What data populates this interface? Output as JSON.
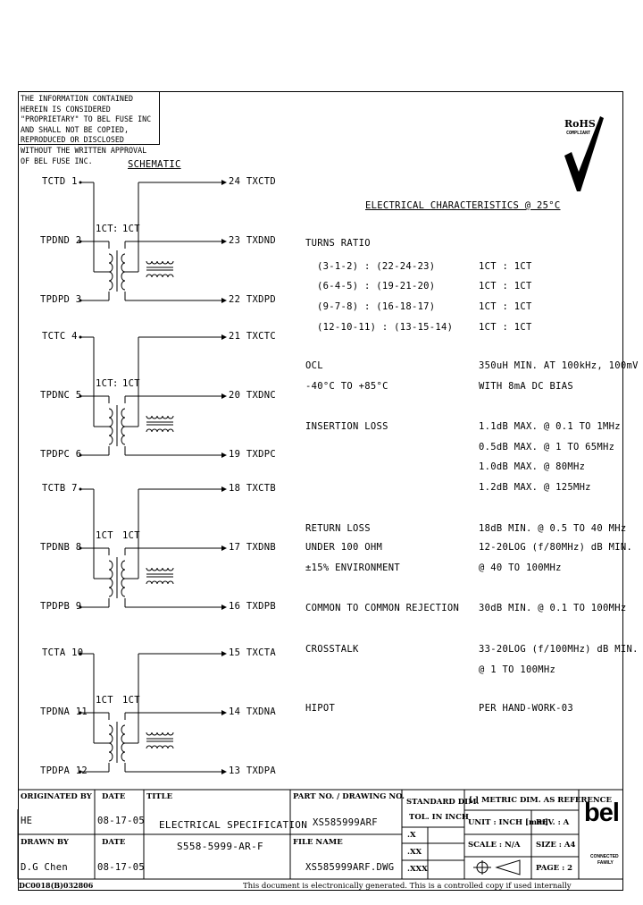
{
  "notice": "THE INFORMATION CONTAINED HEREIN IS CONSIDERED \"PROPRIETARY\" TO BEL FUSE INC AND SHALL NOT BE COPIED, REPRODUCED OR DISCLOSED WITHOUT THE WRITTEN APPROVAL OF BEL FUSE INC.",
  "rohs": {
    "title": "RoHS",
    "sub": "COMPLIANT"
  },
  "schematic": {
    "title": "SCHEMATIC",
    "channels": [
      {
        "ct": "TCTD 1",
        "pn": "TPDND 2",
        "pp": "TPDPD 3",
        "out_ct": "24 TXCTD",
        "out_n": "23 TXDND",
        "out_p": "22 TXDPD",
        "ratio_l": "1CT",
        "ratio_r": "1CT",
        "ratio_sep": ":"
      },
      {
        "ct": "TCTC 4",
        "pn": "TPDNC 5",
        "pp": "TPDPC 6",
        "out_ct": "21 TXCTC",
        "out_n": "20 TXDNC",
        "out_p": "19 TXDPC",
        "ratio_l": "1CT",
        "ratio_r": "1CT",
        "ratio_sep": ":"
      },
      {
        "ct": "TCTB 7",
        "pn": "TPDNB 8",
        "pp": "TPDPB 9",
        "out_ct": "18 TXCTB",
        "out_n": "17 TXDNB",
        "out_p": "16 TXDPB",
        "ratio_l": "1CT",
        "ratio_r": "1CT",
        "ratio_sep": ""
      },
      {
        "ct": "TCTA 10",
        "pn": "TPDNA 11",
        "pp": "TPDPA 12",
        "out_ct": "15 TXCTA",
        "out_n": "14 TXDNA",
        "out_p": "13 TXDPA",
        "ratio_l": "1CT",
        "ratio_r": "1CT",
        "ratio_sep": ""
      }
    ]
  },
  "electrical": {
    "title": "ELECTRICAL CHARACTERISTICS @ 25°C",
    "rows": [
      {
        "label": "TURNS RATIO",
        "value": ""
      },
      {
        "label": "(3-1-2) : (22-24-23)",
        "value": "1CT : 1CT"
      },
      {
        "label": "(6-4-5) : (19-21-20)",
        "value": "1CT : 1CT"
      },
      {
        "label": "(9-7-8) : (16-18-17)",
        "value": "1CT : 1CT"
      },
      {
        "label": "(12-10-11) : (13-15-14)",
        "value": "1CT : 1CT"
      },
      {
        "label": "OCL",
        "value": "350uH MIN. AT 100kHz, 100mV"
      },
      {
        "label": "-40°C TO +85°C",
        "value": "WITH 8mA DC BIAS"
      },
      {
        "label": "INSERTION LOSS",
        "value": "1.1dB MAX. @ 0.1 TO 1MHz"
      },
      {
        "label": "",
        "value": "0.5dB MAX. @ 1 TO 65MHz"
      },
      {
        "label": "",
        "value": "1.0dB MAX. @ 80MHz"
      },
      {
        "label": "",
        "value": "1.2dB MAX. @ 125MHz"
      },
      {
        "label": "RETURN LOSS",
        "value": "18dB MIN. @ 0.5 TO 40 MHz"
      },
      {
        "label": "UNDER 100 OHM",
        "value": "12-20LOG (f/80MHz) dB MIN."
      },
      {
        "label": "±15% ENVIRONMENT",
        "value": "@ 40 TO 100MHz"
      },
      {
        "label": "COMMON TO COMMON REJECTION",
        "value": "30dB MIN. @ 0.1 TO 100MHz"
      },
      {
        "label": "CROSSTALK",
        "value": "33-20LOG (f/100MHz) dB MIN."
      },
      {
        "label": "",
        "value": "@ 1 TO 100MHz"
      },
      {
        "label": "HIPOT",
        "value": "PER HAND-WORK-03"
      }
    ]
  },
  "titleblock": {
    "originated_by_label": "ORIGINATED BY",
    "originated_by": "HE",
    "date_label": "DATE",
    "originated_date": "08-17-05",
    "drawn_by_label": "DRAWN BY",
    "drawn_by": "D.G Chen",
    "drawn_date": "08-17-05",
    "title_label": "TITLE",
    "title_line1": "ELECTRICAL SPECIFICATION",
    "title_line2": "S558-5999-AR-F",
    "part_label": "PART NO. / DRAWING NO.",
    "part_no": "XS585999ARF",
    "file_label": "FILE NAME",
    "file_name": "XS585999ARF.DWG",
    "std_dim_1": "STANDARD DIM.",
    "std_dim_2": "TOL. IN INCH",
    "tol_x": ".X",
    "tol_xx": ".XX",
    "tol_xxx": ".XXX",
    "metric_ref": "[ ] METRIC DIM. AS REFERENCE",
    "unit": "UNIT : INCH [mm]",
    "rev": "REV. : A",
    "scale": "SCALE : N/A",
    "size": "SIZE : A4",
    "page": "PAGE : 2",
    "brand": "bel",
    "brand_tag1": "CONNECTED",
    "brand_tag2": "FAMILY",
    "doc_code": "DC0018(B)032806",
    "footer_note": "This document is electronically generated. This is a controlled copy if used internally"
  }
}
